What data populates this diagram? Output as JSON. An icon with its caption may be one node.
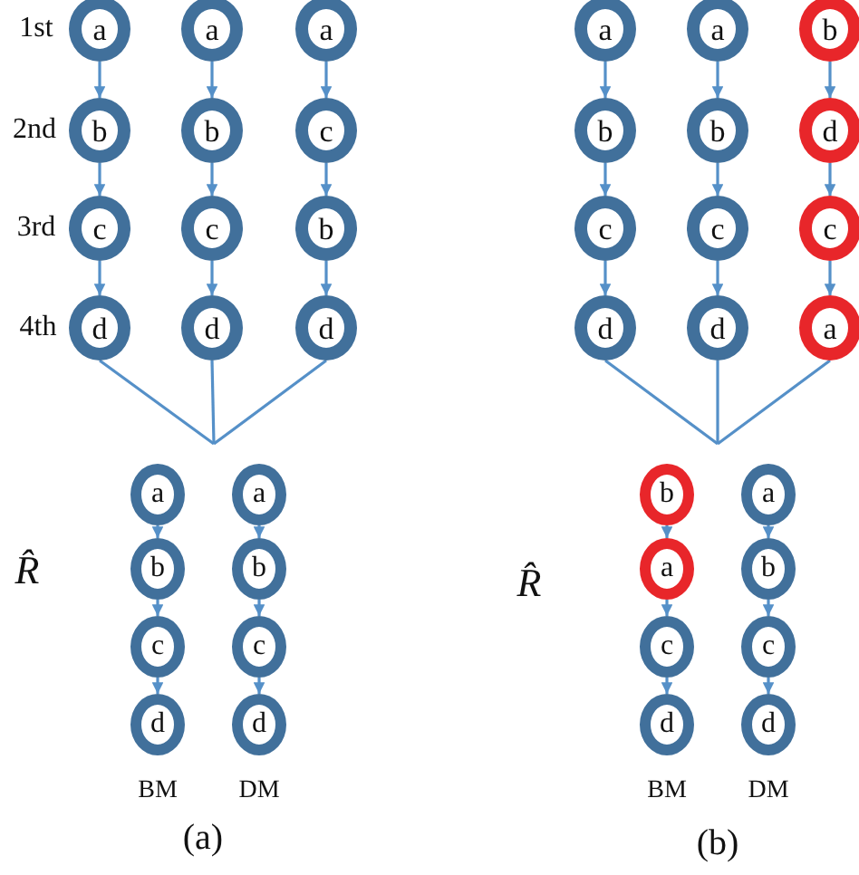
{
  "diagram": {
    "nodes": [
      {
        "text": [
          "a"
        ]
      },
      {
        "text": [
          "b"
        ]
      },
      {
        "text": [
          "c"
        ]
      },
      {
        "text": [
          "d"
        ]
      },
      {
        "text": [
          "a"
        ]
      },
      {
        "text": [
          "b"
        ]
      },
      {
        "text": [
          "c"
        ]
      },
      {
        "text": [
          "d"
        ]
      },
      {
        "text": [
          "a"
        ]
      },
      {
        "text": [
          "c"
        ]
      },
      {
        "text": [
          "b"
        ]
      },
      {
        "text": [
          "d"
        ]
      },
      {
        "text": [
          "a"
        ]
      },
      {
        "text": [
          "b"
        ]
      },
      {
        "text": [
          "c"
        ]
      },
      {
        "text": [
          "d"
        ]
      },
      {
        "text": [
          "a"
        ]
      },
      {
        "text": [
          "b"
        ]
      },
      {
        "text": [
          "c"
        ]
      },
      {
        "text": [
          "d"
        ]
      },
      {
        "text": [
          "b"
        ]
      },
      {
        "text": [
          "d"
        ]
      },
      {
        "text": [
          "c"
        ]
      },
      {
        "text": [
          "a"
        ]
      },
      {
        "text": [
          "a"
        ]
      },
      {
        "text": [
          "b"
        ]
      },
      {
        "text": [
          "c"
        ]
      },
      {
        "text": [
          "d"
        ]
      },
      {
        "text": [
          "a"
        ]
      },
      {
        "text": [
          "b"
        ]
      },
      {
        "text": [
          "c"
        ]
      },
      {
        "text": [
          "d"
        ]
      },
      {
        "text": [
          "b"
        ]
      },
      {
        "text": [
          "a"
        ]
      },
      {
        "text": [
          "c"
        ]
      },
      {
        "text": [
          "d"
        ]
      },
      {
        "text": [
          "a"
        ]
      },
      {
        "text": [
          "b"
        ]
      },
      {
        "text": [
          "c"
        ]
      },
      {
        "text": [
          "d"
        ]
      }
    ],
    "edges": [
      {
        "from": 0,
        "to": 1,
        "arrow": "to"
      },
      {
        "from": 1,
        "to": 2,
        "arrow": "to"
      },
      {
        "from": 2,
        "to": 3,
        "arrow": "to"
      },
      {
        "from": 4,
        "to": 5,
        "arrow": "to"
      },
      {
        "from": 5,
        "to": 6,
        "arrow": "to"
      },
      {
        "from": 6,
        "to": 7,
        "arrow": "to"
      },
      {
        "from": 8,
        "to": 9,
        "arrow": "to"
      },
      {
        "from": 9,
        "to": 10,
        "arrow": "to"
      },
      {
        "from": 10,
        "to": 11,
        "arrow": "to"
      },
      {
        "from": 12,
        "to": 13,
        "arrow": "to"
      },
      {
        "from": 13,
        "to": 14,
        "arrow": "to"
      },
      {
        "from": 14,
        "to": 15,
        "arrow": "to"
      },
      {
        "from": 16,
        "to": 17,
        "arrow": "to"
      },
      {
        "from": 17,
        "to": 18,
        "arrow": "to"
      },
      {
        "from": 18,
        "to": 19,
        "arrow": "to"
      },
      {
        "from": 20,
        "to": 21,
        "arrow": "to"
      },
      {
        "from": 21,
        "to": 22,
        "arrow": "to"
      },
      {
        "from": 22,
        "to": 23,
        "arrow": "to"
      },
      {
        "from": 24,
        "to": 25,
        "arrow": "to"
      },
      {
        "from": 25,
        "to": 26,
        "arrow": "to"
      },
      {
        "from": 26,
        "to": 27,
        "arrow": "to"
      },
      {
        "from": 28,
        "to": 29,
        "arrow": "to"
      },
      {
        "from": 29,
        "to": 30,
        "arrow": "to"
      },
      {
        "from": 30,
        "to": 31,
        "arrow": "to"
      },
      {
        "from": 32,
        "to": 33,
        "arrow": "to"
      },
      {
        "from": 33,
        "to": 34,
        "arrow": "to"
      },
      {
        "from": 34,
        "to": 35,
        "arrow": "to"
      },
      {
        "from": 36,
        "to": 37,
        "arrow": "to"
      },
      {
        "from": 37,
        "to": 38,
        "arrow": "to"
      },
      {
        "from": 38,
        "to": 39,
        "arrow": "to"
      },
      {
        "from": 3,
        "to": null,
        "arrow": "none"
      },
      {
        "from": 7,
        "to": null,
        "arrow": "none"
      },
      {
        "from": 11,
        "to": null,
        "arrow": "none"
      },
      {
        "from": 15,
        "to": null,
        "arrow": "none"
      },
      {
        "from": 19,
        "to": null,
        "arrow": "none"
      },
      {
        "from": 23,
        "to": null,
        "arrow": "none"
      }
    ],
    "labels": [
      "1st",
      "2nd",
      "3rd",
      "4th",
      "R̂",
      "R̂",
      "BM",
      "DM",
      "BM",
      "DM",
      "(a)",
      "(b)"
    ]
  }
}
